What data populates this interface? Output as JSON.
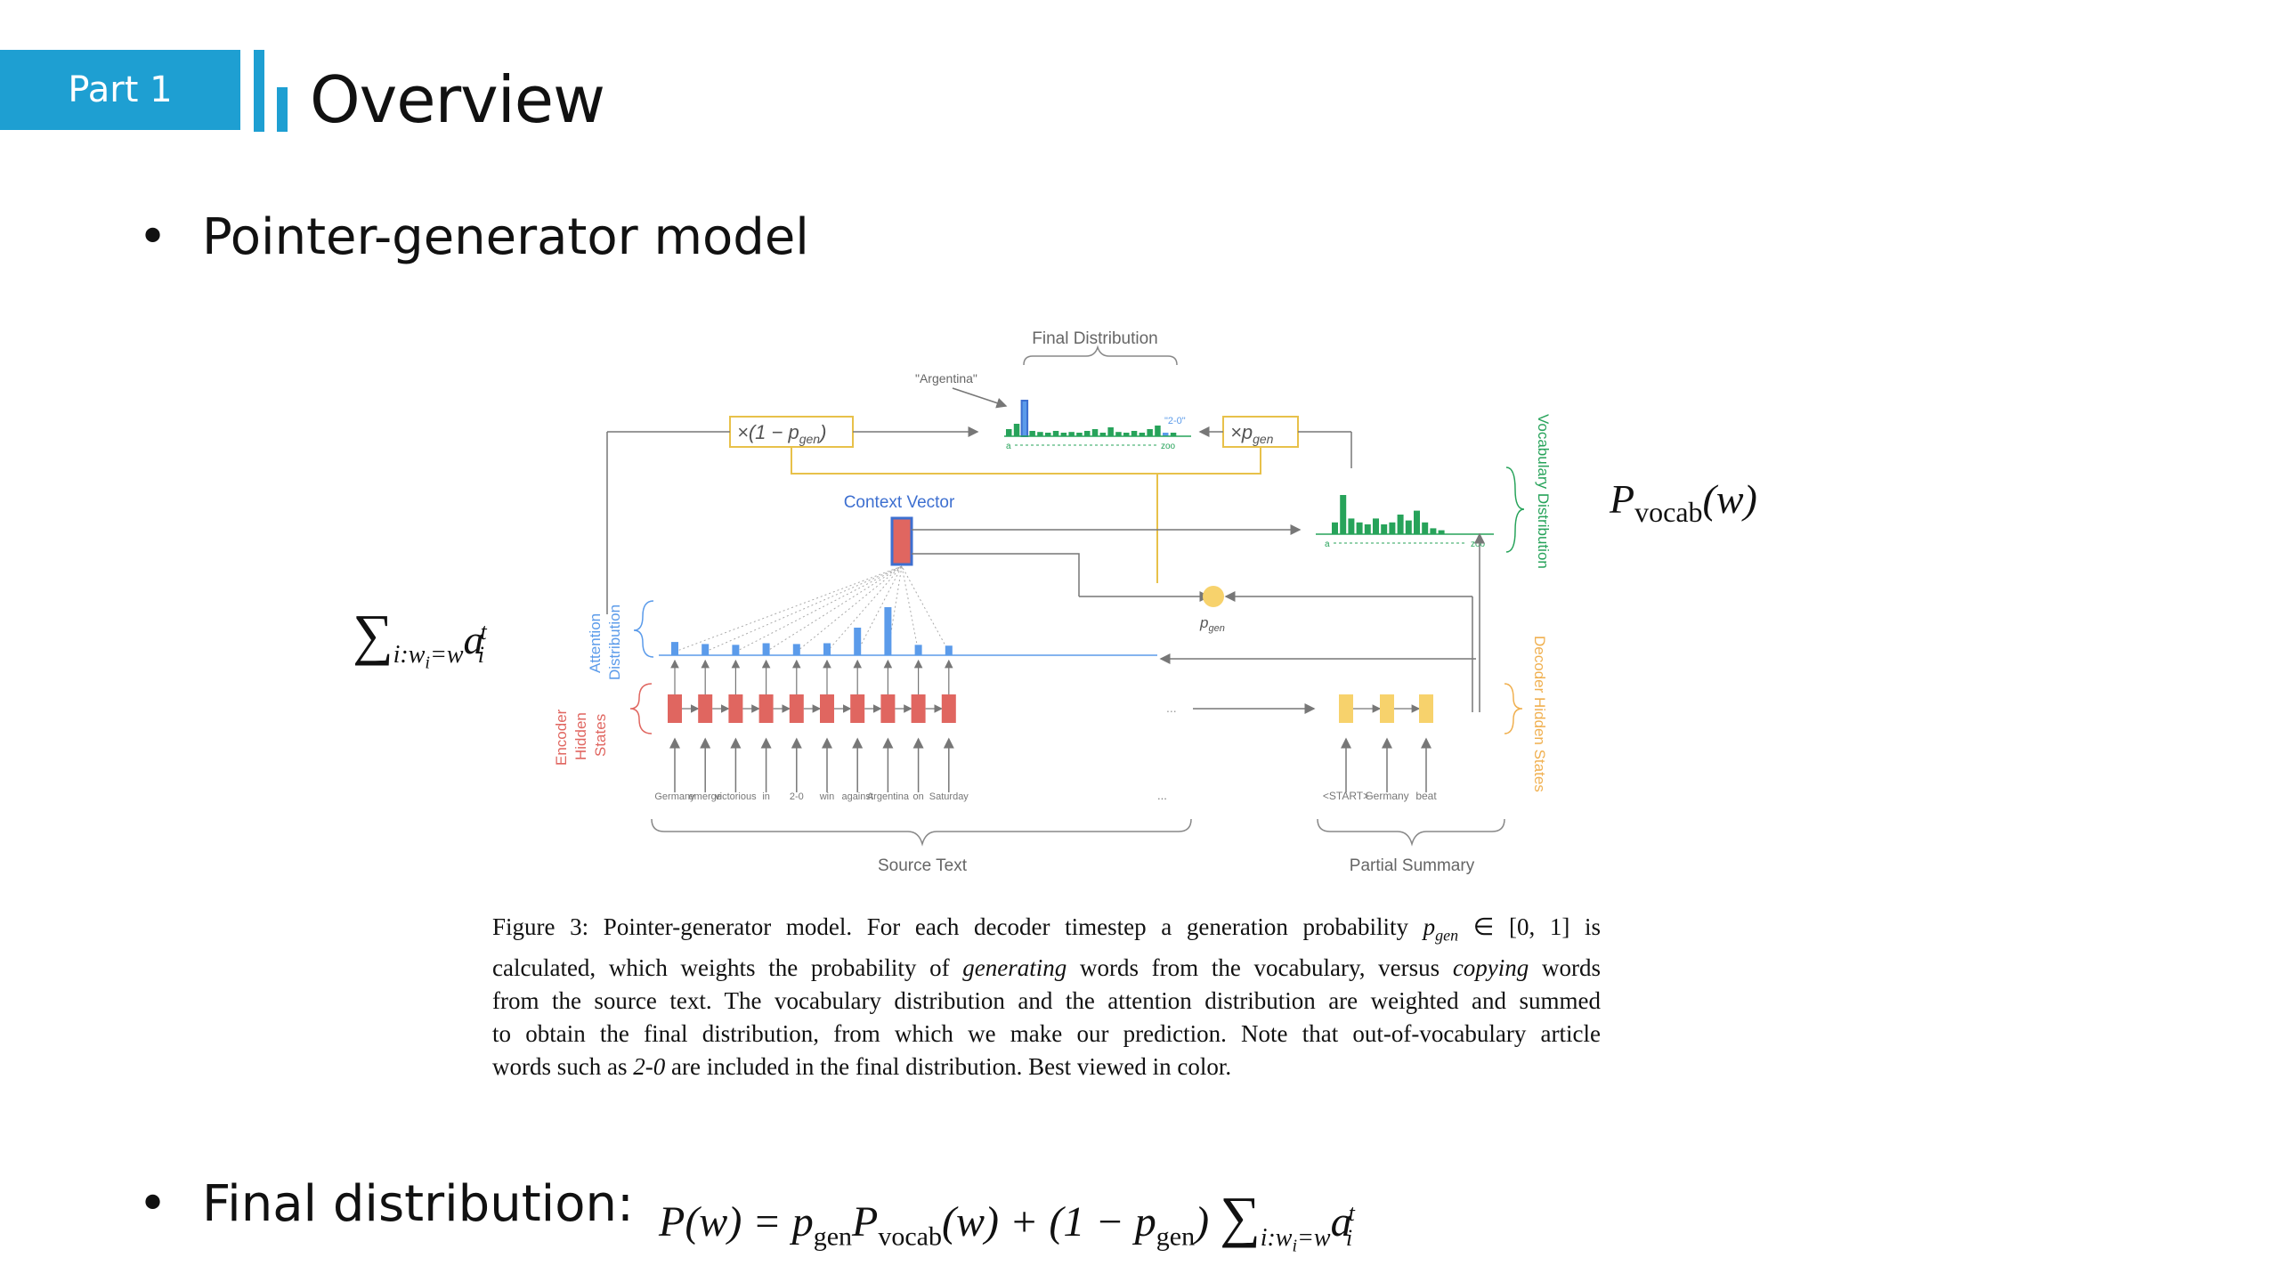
{
  "header": {
    "part_label": "Part 1",
    "title": "Overview"
  },
  "bullets": {
    "pointer_generator": "Pointer-generator model",
    "final_distribution": "Final distribution:"
  },
  "formulas": {
    "final": {
      "lhs": "P(w) = ",
      "p": "p",
      "gen": "gen",
      "P": "P",
      "vocab": "vocab",
      "mid": "(w) + (1 − ",
      "p2": "p",
      "gen2": "gen",
      "close": ")",
      "sigma": "∑",
      "sub": "i:w",
      "subi": "i",
      "subeq": "=w",
      "a": "a",
      "sup": "t",
      "ai": "i"
    },
    "pvocab": {
      "P": "P",
      "vocab": "vocab",
      "arg": "(w)"
    },
    "sum": {
      "sigma": "∑",
      "sub": "i:w",
      "subi": "i",
      "subeq": "=w",
      "a": "a",
      "sup": "t",
      "ai": "i"
    }
  },
  "diagram": {
    "final_distribution": "Final Distribution",
    "argentina_quote": "\"Argentina\"",
    "two_zero_quote": "\"2-0\"",
    "times_one_minus_pgen": "×(1 − p",
    "times_pgen": "×p",
    "gen_sub": "gen",
    "context_vector": "Context Vector",
    "vocabulary_distribution": "Vocabulary Distribution",
    "attention_distribution_1": "Attention",
    "attention_distribution_2": "Distribution",
    "encoder_1": "Encoder",
    "encoder_2": "Hidden",
    "encoder_3": "States",
    "decoder_hidden_states": "Decoder Hidden States",
    "pgen_label": "p",
    "source_text": "Source Text",
    "partial_summary": "Partial Summary",
    "axis_a": "a",
    "axis_zoo": "zoo",
    "ellipsis": "...",
    "source_words": [
      "Germany",
      "emerge",
      "victorious",
      "in",
      "2-0",
      "win",
      "against",
      "Argentina",
      "on",
      "Saturday"
    ],
    "summary_words": [
      "<START>",
      "Germany",
      "beat"
    ],
    "attention_values": [
      0.15,
      0.1,
      0.08,
      0.12,
      0.1,
      0.12,
      0.5,
      1.0,
      0.08,
      0.06
    ],
    "vocab_values": [
      0.3,
      1.0,
      0.4,
      0.3,
      0.25,
      0.4,
      0.25,
      0.3,
      0.5,
      0.35,
      0.6,
      0.3,
      0.15,
      0.1
    ],
    "final_values": [
      0.2,
      0.35,
      1.0,
      0.15,
      0.12,
      0.1,
      0.15,
      0.1,
      0.12,
      0.1,
      0.15,
      0.2,
      0.1,
      0.25,
      0.12,
      0.1,
      0.15,
      0.1,
      0.2,
      0.3,
      0.1,
      0.1
    ],
    "colors": {
      "encoder": "#e06660",
      "attention": "#5b9bea",
      "decoder": "#f7d26c",
      "vocab": "#27a35a",
      "context_stroke": "#3d6fd0",
      "yellow_line": "#e8c14a",
      "gray": "#777777"
    }
  },
  "caption": {
    "fig": "Figure 3: Pointer-generator model. For each decoder timestep a generation probability ",
    "p": "p",
    "gen": "gen",
    "range": " ∈ [0, 1] is",
    "l2a": "calculated, which weights the probability of ",
    "generating": "generating",
    "l2b": " words from the vocabulary, versus ",
    "copying": "copying",
    "l2c": " words",
    "l3": "from the source text. The vocabulary distribution and the attention distribution are weighted and summed",
    "l4": "to obtain the final distribution, from which we make our prediction. Note that out-of-vocabulary article",
    "l5a": "words such as ",
    "twozero": "2-0",
    "l5b": " are included in the final distribution. Best viewed in color."
  }
}
